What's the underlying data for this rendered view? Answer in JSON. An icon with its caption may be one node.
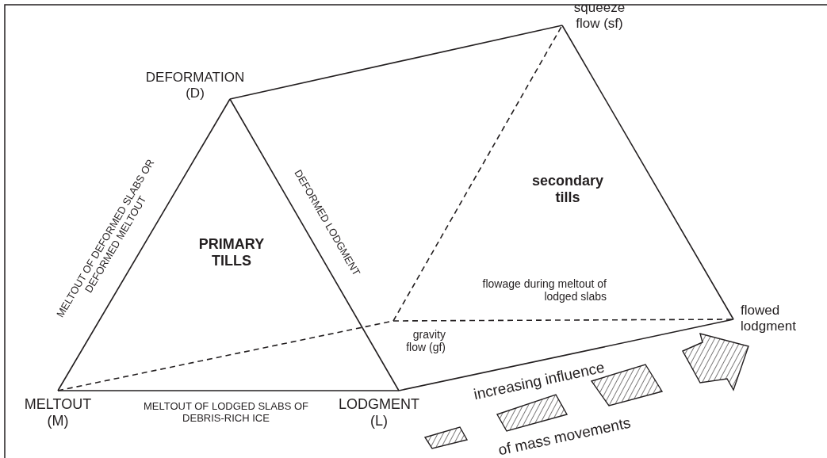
{
  "diagram": {
    "nodes": [
      {
        "text": [
          "DEFORMATION (D)"
        ]
      },
      {
        "text": [
          "squeeze flow (sf)"
        ]
      },
      {
        "text": [
          "MELTOUT (M)"
        ]
      },
      {
        "text": [
          "gravity flow (gf)"
        ]
      },
      {
        "text": [
          "LODGMENT (L)"
        ]
      },
      {
        "text": [
          "flowed lodgment"
        ]
      }
    ],
    "edges": [
      {
        "from": 2,
        "to": 0,
        "arrow": "none",
        "label": "MELTOUT OF DEFORMED SLABS OR DEFORMED MELTOUT"
      },
      {
        "from": 0,
        "to": 4,
        "arrow": "none",
        "label": "DEFORMED LODGMENT"
      },
      {
        "from": 2,
        "to": 4,
        "arrow": "none",
        "label": "MELTOUT OF LODGED SLABS OF DEBRIS-RICH ICE"
      },
      {
        "from": 0,
        "to": 1,
        "arrow": "none"
      },
      {
        "from": 1,
        "to": 5,
        "arrow": "none"
      },
      {
        "from": 4,
        "to": 5,
        "arrow": "none"
      },
      {
        "from": 2,
        "to": 3,
        "arrow": "none",
        "style": "dashed"
      },
      {
        "from": 3,
        "to": 1,
        "arrow": "none",
        "style": "dashed"
      },
      {
        "from": 3,
        "to": 5,
        "arrow": "none",
        "style": "dashed"
      }
    ],
    "labels": [
      "PRIMARY TILLS",
      "secondary tills",
      "flowage during meltout of lodged slabs",
      "increasing influence",
      "of mass movements"
    ]
  }
}
